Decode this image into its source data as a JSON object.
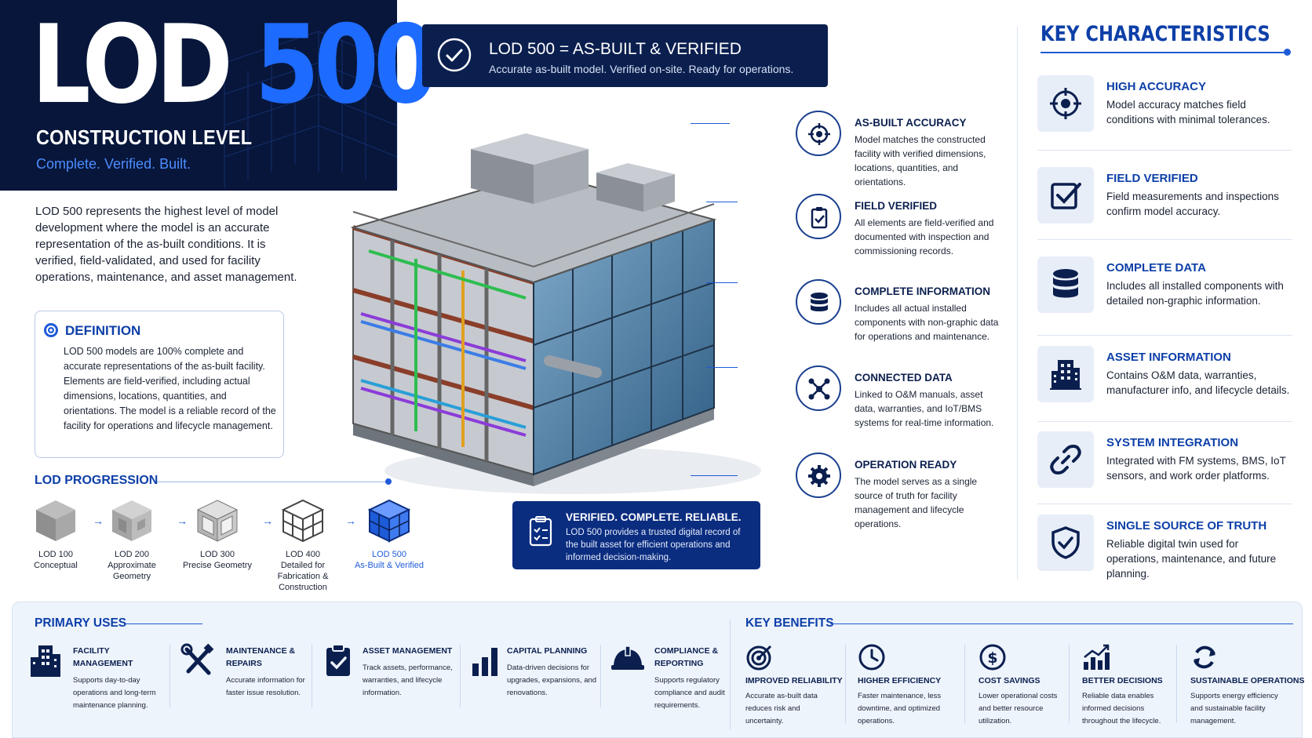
{
  "hero": {
    "title_lod": "LOD",
    "title_num": "500",
    "subtitle": "CONSTRUCTION LEVEL",
    "tagline": "Complete. Verified. Built."
  },
  "intro": "LOD 500 represents the highest level of model development where the model is an accurate representation of the as-built conditions. It is verified, field-validated, and used for facility operations, maintenance, and asset management.",
  "definition": {
    "title": "DEFINITION",
    "body": "LOD 500 models are 100% complete and accurate representations of the as-built facility. Elements are field-verified, including actual dimensions, locations, quantities, and orientations. The model is a reliable record of the facility for operations and lifecycle management."
  },
  "progression": {
    "title": "LOD PROGRESSION",
    "stages": [
      {
        "name": "LOD 100",
        "desc": "Conceptual"
      },
      {
        "name": "LOD 200",
        "desc": "Approximate Geometry"
      },
      {
        "name": "LOD 300",
        "desc": "Precise Geometry"
      },
      {
        "name": "LOD 400",
        "desc": "Detailed for Fabrication & Construction"
      },
      {
        "name": "LOD 500",
        "desc": "As-Built & Verified"
      }
    ]
  },
  "banner": {
    "title": "LOD 500 = AS-BUILT & VERIFIED",
    "subtitle": "Accurate as-built model. Verified on-site. Ready for operations."
  },
  "callouts": [
    {
      "title": "AS-BUILT ACCURACY",
      "body": "Model matches the constructed facility with verified dimensions, locations, quantities, and orientations.",
      "icon": "crosshair-icon"
    },
    {
      "title": "FIELD VERIFIED",
      "body": "All elements are field-verified and documented with inspection and commissioning records.",
      "icon": "clipboard-check-icon"
    },
    {
      "title": "COMPLETE INFORMATION",
      "body": "Includes all actual installed components with non-graphic data for operations and maintenance.",
      "icon": "database-icon"
    },
    {
      "title": "CONNECTED DATA",
      "body": "Linked to O&M manuals, asset data, warranties, and IoT/BMS systems for real-time information.",
      "icon": "network-icon"
    },
    {
      "title": "OPERATION READY",
      "body": "The model serves as a single source of truth for facility management and lifecycle operations.",
      "icon": "gear-icon"
    }
  ],
  "verified_box": {
    "title": "VERIFIED. COMPLETE. RELIABLE.",
    "body": "LOD 500 provides a trusted digital record of the built asset for efficient operations and informed decision-making."
  },
  "key_characteristics": {
    "title": "KEY CHARACTERISTICS",
    "items": [
      {
        "title": "HIGH ACCURACY",
        "body": "Model accuracy matches field conditions with minimal tolerances.",
        "icon": "crosshair-icon"
      },
      {
        "title": "FIELD VERIFIED",
        "body": "Field measurements and inspections confirm model accuracy.",
        "icon": "checkbox-icon"
      },
      {
        "title": "COMPLETE DATA",
        "body": "Includes all installed components with detailed non-graphic information.",
        "icon": "database-icon"
      },
      {
        "title": "ASSET INFORMATION",
        "body": "Contains O&M data, warranties, manufacturer info, and lifecycle details.",
        "icon": "building-icon"
      },
      {
        "title": "SYSTEM INTEGRATION",
        "body": "Integrated with FM systems, BMS, IoT sensors, and work order platforms.",
        "icon": "link-icon"
      },
      {
        "title": "SINGLE SOURCE OF TRUTH",
        "body": "Reliable digital twin used for operations, maintenance, and future planning.",
        "icon": "shield-check-icon"
      }
    ]
  },
  "primary_uses": {
    "title": "PRIMARY USES",
    "items": [
      {
        "title": "FACILITY MANAGEMENT",
        "body": "Supports day-to-day operations and long-term maintenance planning.",
        "icon": "buildings-icon"
      },
      {
        "title": "MAINTENANCE & REPAIRS",
        "body": "Accurate information for faster issue resolution.",
        "icon": "tools-icon"
      },
      {
        "title": "ASSET MANAGEMENT",
        "body": "Track assets, performance, warranties, and lifecycle information.",
        "icon": "clipboard-check-icon"
      },
      {
        "title": "CAPITAL PLANNING",
        "body": "Data-driven decisions for upgrades, expansions, and renovations.",
        "icon": "bar-chart-icon"
      },
      {
        "title": "COMPLIANCE & REPORTING",
        "body": "Supports regulatory compliance and audit requirements.",
        "icon": "hard-hat-icon"
      }
    ]
  },
  "key_benefits": {
    "title": "KEY BENEFITS",
    "items": [
      {
        "title": "IMPROVED RELIABILITY",
        "body": "Accurate as-built data reduces risk and uncertainty.",
        "icon": "target-icon"
      },
      {
        "title": "HIGHER EFFICIENCY",
        "body": "Faster maintenance, less downtime, and optimized operations.",
        "icon": "clock-icon"
      },
      {
        "title": "COST SAVINGS",
        "body": "Lower operational costs and better resource utilization.",
        "icon": "dollar-icon"
      },
      {
        "title": "BETTER DECISIONS",
        "body": "Reliable data enables informed decisions throughout the lifecycle.",
        "icon": "trend-chart-icon"
      },
      {
        "title": "SUSTAINABLE OPERATIONS",
        "body": "Supports energy efficiency and sustainable facility management.",
        "icon": "cycle-icon"
      }
    ]
  },
  "colors": {
    "navy": "#07163a",
    "accent": "#1e6bff",
    "heading": "#0d3fa8"
  }
}
